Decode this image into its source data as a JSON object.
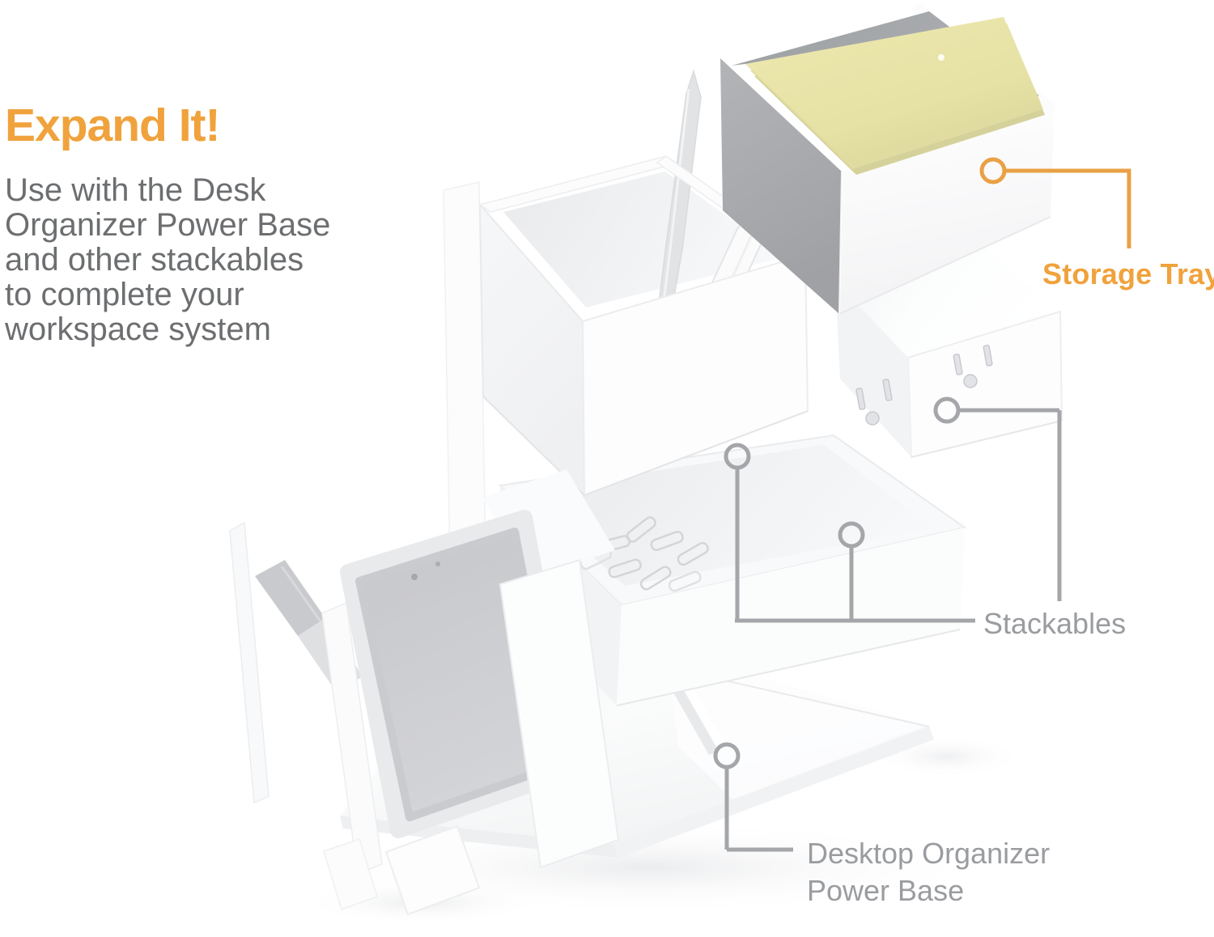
{
  "intro": {
    "heading": "Expand It!",
    "body_lines": [
      "Use with the Desk",
      "Organizer Power Base",
      "and other stackables",
      "to complete your",
      "workspace system"
    ]
  },
  "callouts": {
    "storage_tray": {
      "label": "Storage Tray",
      "marker": "circle-marker",
      "target": "storage-tray"
    },
    "stackables": {
      "label": "Stackables",
      "marker": "circle-marker",
      "targets": [
        "pen-cup",
        "clip-tray",
        "outlet-unit"
      ]
    },
    "power_base": {
      "label_line1": "Desktop Organizer",
      "label_line2": "Power Base",
      "marker": "circle-marker",
      "target": "base-tray"
    }
  },
  "colors": {
    "accent_orange": "#F0A23C",
    "orange_line": "#E9A145",
    "body_text_gray": "#6C6E70",
    "label_gray": "#9A9CA0",
    "callout_line_gray": "#A4A6A9",
    "sticky_note_yellow": "#E9E5A9",
    "tray_side_gray": "#A8AAAD",
    "phone_screen_gray": "#CACBCE",
    "background": "#FFFFFF"
  }
}
